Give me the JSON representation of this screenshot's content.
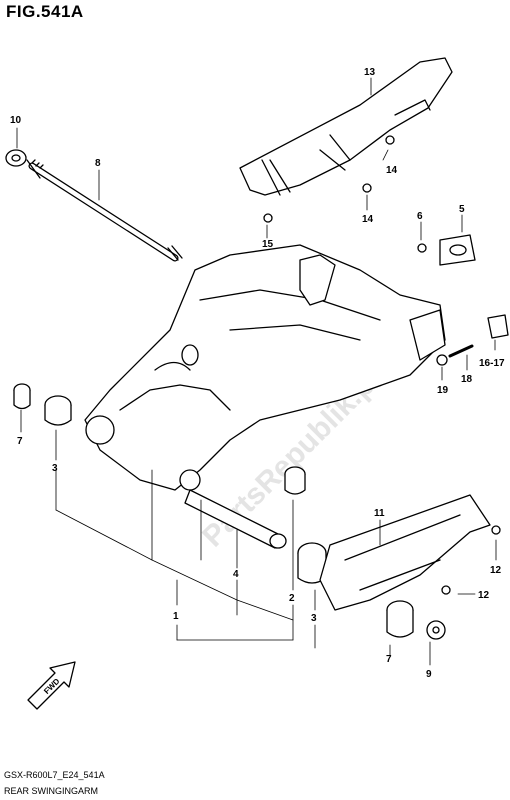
{
  "figure_title": "FIG.541A",
  "footer": {
    "model_code": "GSX-R600L7_E24_541A",
    "section_name": "REAR SWINGINGARM"
  },
  "watermark": "PartsRepublik.pl",
  "direction_arrow": "FWD",
  "callouts": [
    "1",
    "2",
    "3",
    "3",
    "4",
    "5",
    "6",
    "7",
    "7",
    "8",
    "9",
    "10",
    "11",
    "12",
    "12",
    "13",
    "14",
    "14",
    "15",
    "16-17",
    "18",
    "19"
  ]
}
